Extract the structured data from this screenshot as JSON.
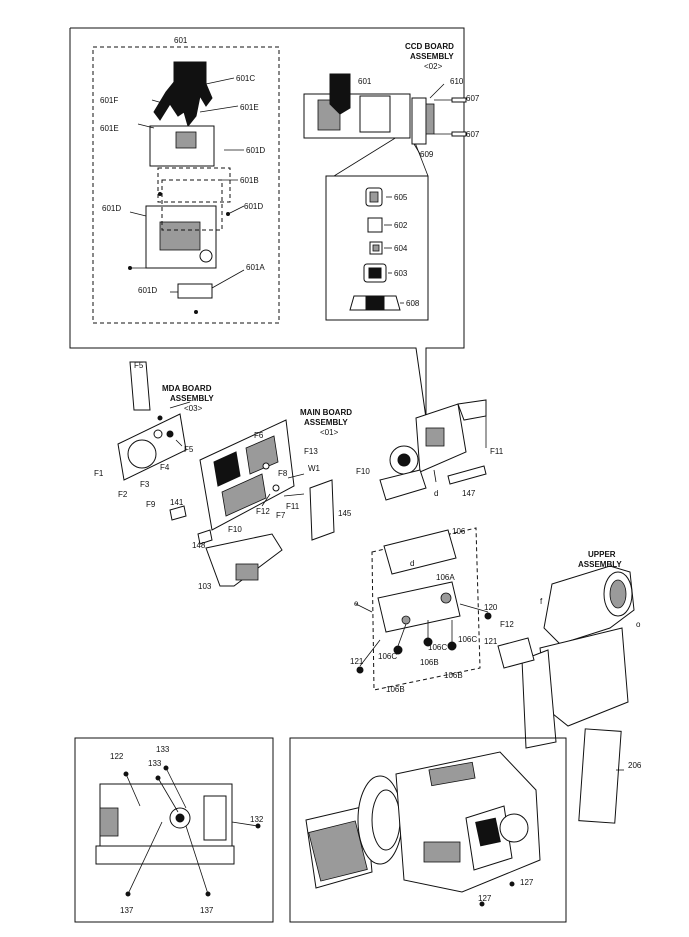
{
  "labels": {
    "l601": "601",
    "l601c": "601C",
    "l601f": "601F",
    "l601e_left": "601E",
    "l601e_right": "601E",
    "l601d_a": "601D",
    "l601b": "601B",
    "l601d_b": "601D",
    "l601d_c": "601D",
    "l601a": "601A",
    "l601d_d": "601D",
    "ccd_title": "CCD BOARD",
    "ccd_title2": "ASSEMBLY",
    "ccd_code": "<02>",
    "l601_ccd": "601",
    "l610": "610",
    "l607a": "607",
    "l607b": "607",
    "l609": "609",
    "l605": "605",
    "l602": "602",
    "l604": "604",
    "l603": "603",
    "l608": "608",
    "mda_title": "MDA BOARD",
    "mda_title2": "ASSEMBLY",
    "mda_code": "<03>",
    "f5_top": "F5",
    "f5_right": "F5",
    "f1": "F1",
    "f2": "F2",
    "f3": "F3",
    "f4": "F4",
    "f9": "F9",
    "l141": "141",
    "main_title": "MAIN BOARD",
    "main_title2": "ASSEMBLY",
    "main_code": "<01>",
    "f6": "F6",
    "f13": "F13",
    "w1": "W1",
    "f8": "F8",
    "f11_main": "F11",
    "f12_main": "F12",
    "f7": "F7",
    "f10_main": "F10",
    "l148": "148",
    "l103": "103",
    "l145": "145",
    "f10_lens": "F10",
    "d_lens": "d",
    "l147": "147",
    "f11_lens": "F11",
    "l106": "106",
    "l106a": "106A",
    "d_106": "d",
    "e_106": "e",
    "l120": "120",
    "f12_106": "F12",
    "l121a": "121",
    "l121b": "121",
    "l106c_a": "106C",
    "l106c_b": "106C",
    "l106c_c": "106C",
    "l106b_a": "106B",
    "l106b_b": "106B",
    "l106b_c": "106B",
    "upper_title": "UPPER",
    "upper_title2": "ASSEMBLY",
    "f_upper": "f",
    "o_upper": "o",
    "l206": "206",
    "l122": "122",
    "l133a": "133",
    "l133b": "133",
    "l132": "132",
    "l137a": "137",
    "l137b": "137",
    "l127a": "127",
    "l127b": "127"
  }
}
